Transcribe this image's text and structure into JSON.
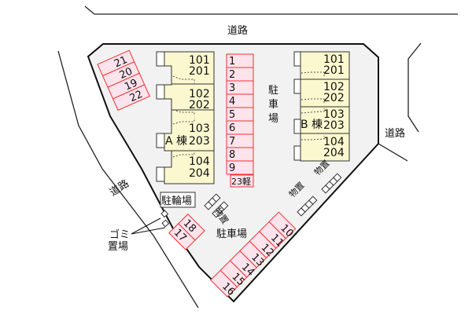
{
  "roads": {
    "top": "道路",
    "right": "道路",
    "left": "道路"
  },
  "building_a": {
    "label": "A 棟",
    "units": [
      [
        "101",
        "201"
      ],
      [
        "102",
        "202"
      ],
      [
        "103",
        "203"
      ],
      [
        "104",
        "204"
      ]
    ]
  },
  "building_b": {
    "label": "B 棟",
    "units": [
      [
        "101",
        "201"
      ],
      [
        "102",
        "202"
      ],
      [
        "103",
        "203"
      ],
      [
        "104",
        "204"
      ]
    ]
  },
  "parking_label_vertical": [
    "駐",
    "車",
    "場"
  ],
  "parking_label": "駐車場",
  "parking_center": [
    "1",
    "2",
    "3",
    "4",
    "5",
    "6",
    "7",
    "8",
    "9"
  ],
  "parking_kei": "23軽",
  "parking_left": [
    "21",
    "20",
    "19",
    "22"
  ],
  "parking_bottom": [
    "10",
    "11",
    "12",
    "13",
    "14",
    "15",
    "16"
  ],
  "parking_small": [
    "17",
    "18"
  ],
  "bicycle_parking": "駐輪場",
  "storage": "物置",
  "garbage": [
    "ゴミ",
    "置場"
  ],
  "colors": {
    "lot": "#f2f2f2",
    "building": "#fbf8cf",
    "parking_fill": "#fde3ec",
    "parking_stroke": "#ee3333"
  }
}
